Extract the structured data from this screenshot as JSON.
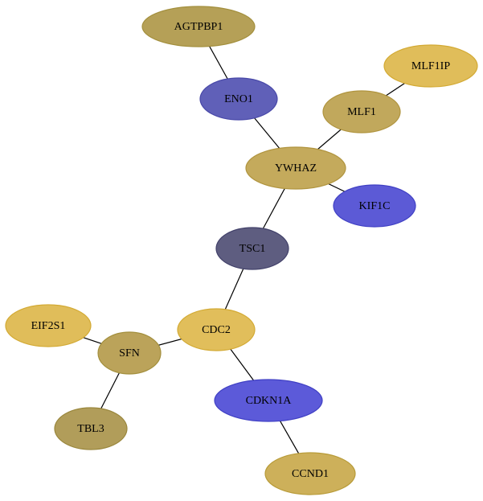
{
  "nodes": {
    "AGTPBP1": {
      "label": "AGTPBP1",
      "fill": "#b5a057",
      "stroke": "#a38f3d"
    },
    "ENO1": {
      "label": "ENO1",
      "fill": "#6060b8",
      "stroke": "#4848a8"
    },
    "MLF1IP": {
      "label": "MLF1IP",
      "fill": "#e0bd5a",
      "stroke": "#d3aa34"
    },
    "MLF1": {
      "label": "MLF1",
      "fill": "#c1a85c",
      "stroke": "#b0943e"
    },
    "YWHAZ": {
      "label": "YWHAZ",
      "fill": "#c4aa5c",
      "stroke": "#b0943e"
    },
    "KIF1C": {
      "label": "KIF1C",
      "fill": "#5c5ad6",
      "stroke": "#4040c4"
    },
    "TSC1": {
      "label": "TSC1",
      "fill": "#5e5d80",
      "stroke": "#42416a"
    },
    "CDC2": {
      "label": "CDC2",
      "fill": "#e1be5b",
      "stroke": "#d3aa34"
    },
    "EIF2S1": {
      "label": "EIF2S1",
      "fill": "#e0bd5a",
      "stroke": "#d3aa34"
    },
    "SFN": {
      "label": "SFN",
      "fill": "#bba35a",
      "stroke": "#a38f3d"
    },
    "CDKN1A": {
      "label": "CDKN1A",
      "fill": "#5c5ad9",
      "stroke": "#4040c4"
    },
    "TBL3": {
      "label": "TBL3",
      "fill": "#b19d5a",
      "stroke": "#9a873d"
    },
    "CCND1": {
      "label": "CCND1",
      "fill": "#cdb05a",
      "stroke": "#b89b38"
    }
  },
  "edges": [
    [
      "AGTPBP1",
      "ENO1"
    ],
    [
      "ENO1",
      "YWHAZ"
    ],
    [
      "MLF1IP",
      "MLF1"
    ],
    [
      "MLF1",
      "YWHAZ"
    ],
    [
      "YWHAZ",
      "KIF1C"
    ],
    [
      "YWHAZ",
      "TSC1"
    ],
    [
      "TSC1",
      "CDC2"
    ],
    [
      "CDC2",
      "SFN"
    ],
    [
      "EIF2S1",
      "SFN"
    ],
    [
      "SFN",
      "TBL3"
    ],
    [
      "CDC2",
      "CDKN1A"
    ],
    [
      "CDKN1A",
      "CCND1"
    ]
  ]
}
